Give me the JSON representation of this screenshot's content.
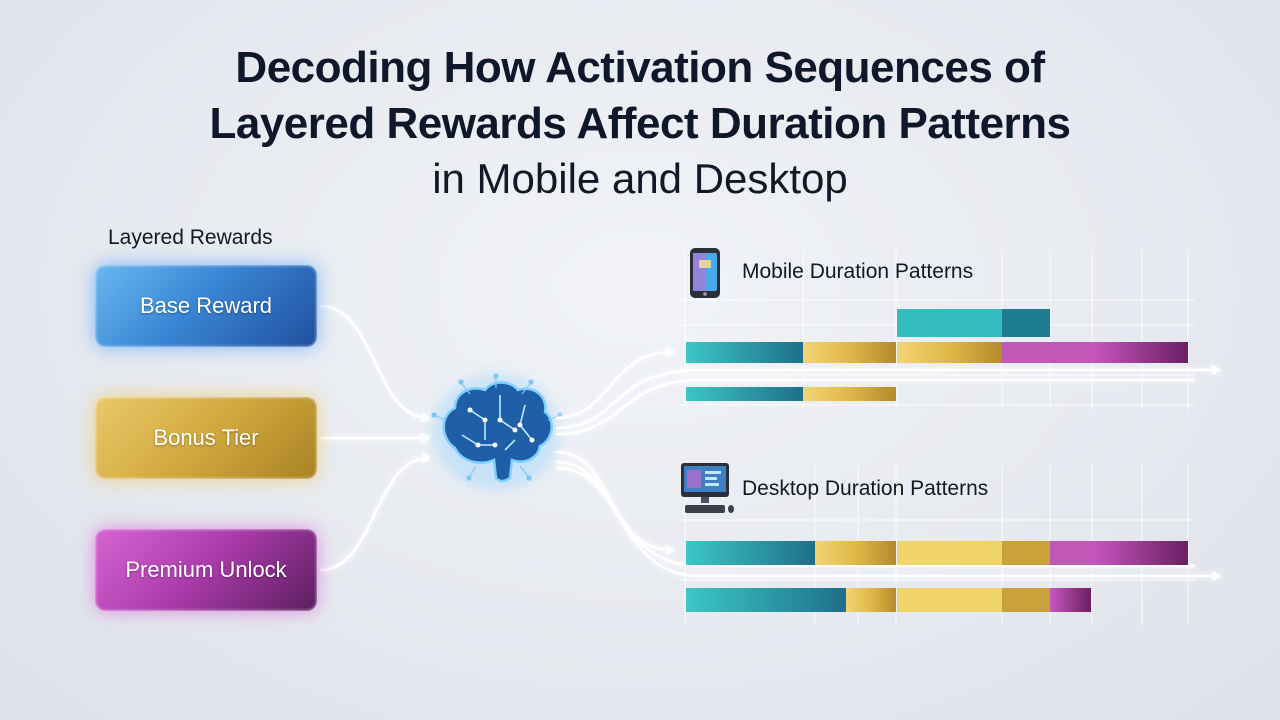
{
  "title": {
    "line1": "Decoding How Activation Sequences of",
    "line2": "Layered Rewards Affect Duration Patterns",
    "line3": "in Mobile and Desktop"
  },
  "rewards": {
    "heading": "Layered Rewards",
    "items": [
      {
        "label": "Base Reward",
        "color": "#3a86d4"
      },
      {
        "label": "Bonus Tier",
        "color": "#d2a83e"
      },
      {
        "label": "Premium Unlock",
        "color": "#a83aa8"
      }
    ]
  },
  "hub": {
    "icon": "brain-circuit-icon"
  },
  "mobile": {
    "label": "Mobile Duration Patterns",
    "icon": "smartphone-icon"
  },
  "desktop": {
    "label": "Desktop Duration Patterns",
    "icon": "desktop-computer-icon"
  },
  "colors": {
    "teal": "#2bb3b8",
    "gold": "#e2bb4a",
    "magenta": "#b846b0",
    "flow": "#ffffff",
    "glow": "#8fd0ff"
  }
}
